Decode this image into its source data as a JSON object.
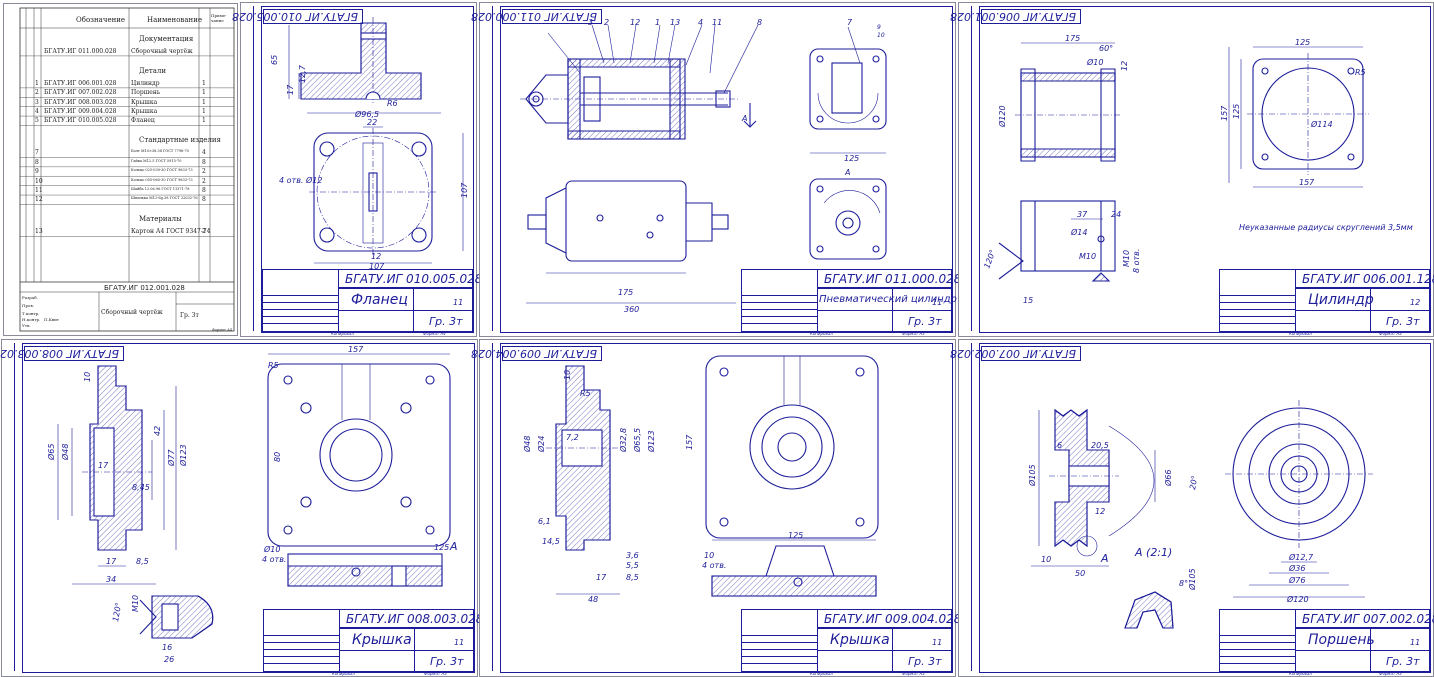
{
  "spec": {
    "col_headers": [
      "Обозначение",
      "Наименование",
      "Приме-\nчание"
    ],
    "sections": [
      {
        "title": "Документация",
        "rows": [
          {
            "pos": "",
            "des": "БГАТУ.ИГ 011.000.028",
            "name": "Сборочный чертёж",
            "qty": ""
          }
        ]
      },
      {
        "title": "Детали",
        "rows": [
          {
            "pos": "1",
            "des": "БГАТУ.ИГ 006.001.028",
            "name": "Цилиндр",
            "qty": "1"
          },
          {
            "pos": "2",
            "des": "БГАТУ.ИГ 007.002.028",
            "name": "Поршень",
            "qty": "1"
          },
          {
            "pos": "3",
            "des": "БГАТУ.ИГ 008.003.028",
            "name": "Крышка",
            "qty": "1"
          },
          {
            "pos": "4",
            "des": "БГАТУ.ИГ 009.004.028",
            "name": "Крышка",
            "qty": "1"
          },
          {
            "pos": "5",
            "des": "БГАТУ.ИГ 010.005.028",
            "name": "Фланец",
            "qty": "1"
          }
        ]
      },
      {
        "title": "Стандартные изделия",
        "rows": [
          {
            "pos": "7",
            "des": "",
            "name": "Болт М10×38.58 ГОСТ 7798-70",
            "qty": "4"
          },
          {
            "pos": "8",
            "des": "",
            "name": "Гайка М12.5 ГОСТ 5915-70",
            "qty": "8"
          },
          {
            "pos": "9",
            "des": "",
            "name": "Кольцо 025-030-30 ГОСТ 9833-73",
            "qty": "2"
          },
          {
            "pos": "10",
            "des": "",
            "name": "Кольцо 055-060-30 ГОСТ 9833-73",
            "qty": "2"
          },
          {
            "pos": "11",
            "des": "",
            "name": "Шайба 12.06.96 ГОСТ 11371-78",
            "qty": "8"
          },
          {
            "pos": "12",
            "des": "",
            "name": "Шпилька М12-6g.38 ГОСТ 22032-76",
            "qty": "8"
          }
        ]
      },
      {
        "title": "Материалы",
        "rows": [
          {
            "pos": "13",
            "des": "",
            "name": "Картон А4 ГОСТ 9347-74",
            "qty": "2"
          }
        ]
      }
    ],
    "title_code": "БГАТУ.ИГ 012.001.028",
    "title_name": "Сборочный чертёж",
    "title_group": "Гр. 3т",
    "signer": "П.Квит",
    "stamp_labels": [
      "Разраб.",
      "Пров.",
      "Т.контр.",
      "Н.контр.",
      "Утв."
    ],
    "format": "Формат А4"
  },
  "sheets": [
    {
      "id": "flange",
      "code": "БГАТУ.ИГ 010.005.028",
      "stamp_code": "БГАТУ.ИГ 010.005.028",
      "name": "Фланец",
      "group": "Гр. 3т",
      "sheets": "11",
      "format": "Формат А4",
      "copy": "Копировал",
      "dims": {
        "d1": "65",
        "d2": "17",
        "d3": "12,7",
        "d4": "Ø96,5",
        "d5": "R6",
        "d6": "22",
        "d7": "4 отв. Ø12",
        "d8": "107",
        "d9": "12",
        "d10": "107"
      }
    },
    {
      "id": "assembly",
      "code": "БГАТУ.ИГ 011.000.028",
      "stamp_code": "БГАТУ.ИГ 011.000.028",
      "name": "Пневматический цилиндр",
      "group": "Гр. 3т",
      "sheets": "11",
      "format": "Формат А3",
      "copy": "Копировал",
      "dims": {
        "p1": "3",
        "p2": "2",
        "p3": "12",
        "p4": "1",
        "p5": "13",
        "p6": "4",
        "p7": "11",
        "p8": "8",
        "p9": "7",
        "p10": "9",
        "p11": "10",
        "a": "А",
        "d1": "125",
        "d2": "175",
        "d3": "360"
      }
    },
    {
      "id": "cylinder",
      "code": "БГАТУ.ИГ 006.001.028",
      "stamp_code": "БГАТУ.ИГ 006.001.128",
      "name": "Цилиндр",
      "group": "Гр. 3т",
      "sheets": "12",
      "format": "Формат А3",
      "copy": "Копировал",
      "note": "Неуказанные радиусы скруглений 3,5мм",
      "dims": {
        "d1": "175",
        "d2": "Ø120",
        "d3": "60°",
        "d4": "Ø10",
        "d5": "12",
        "d6": "125",
        "d7": "157",
        "d8": "125",
        "d9": "Ø114",
        "d10": "R5",
        "d11": "157",
        "d12": "37",
        "d13": "24",
        "d14": "Ø14",
        "d15": "M10",
        "d16": "120°",
        "d17": "15",
        "d18": "M10",
        "d19": "8 отв."
      }
    },
    {
      "id": "cover1",
      "code": "БГАТУ.ИГ 008.003.028",
      "stamp_code": "БГАТУ.ИГ 008.003.028",
      "name": "Крышка",
      "group": "Гр. 3т",
      "sheets": "11",
      "format": "Формат А3",
      "copy": "Копировал",
      "dims": {
        "d1": "157",
        "d2": "10",
        "d3": "Ø65",
        "d4": "Ø48",
        "d5": "17",
        "d6": "42",
        "d7": "Ø77",
        "d8": "Ø123",
        "d9": "8,45",
        "d10": "17",
        "d11": "8,5",
        "d12": "34",
        "d13": "120°",
        "d14": "M10",
        "d15": "16",
        "d16": "26",
        "d17": "80",
        "d18": "Ø10",
        "d19": "4 отв.",
        "d20": "125",
        "d21": "А",
        "d22": "R5"
      }
    },
    {
      "id": "cover2",
      "code": "БГАТУ.ИГ 009.004.028",
      "stamp_code": "БГАТУ.ИГ 009.004.028",
      "name": "Крышка",
      "group": "Гр. 3т",
      "sheets": "11",
      "format": "Формат А3",
      "copy": "Копировал",
      "dims": {
        "d1": "10",
        "d2": "R5",
        "d3": "Ø48",
        "d4": "Ø24",
        "d5": "7,2",
        "d6": "Ø32,8",
        "d7": "Ø65,5",
        "d8": "Ø123",
        "d9": "157",
        "d10": "6,1",
        "d11": "14,5",
        "d12": "17",
        "d13": "3,6",
        "d14": "5,5",
        "d15": "8,5",
        "d16": "48",
        "d17": "10",
        "d18": "4 отв.",
        "d19": "125"
      }
    },
    {
      "id": "piston",
      "code": "БГАТУ.ИГ 007.002.028",
      "stamp_code": "БГАТУ.ИГ 007.002.028",
      "name": "Поршень",
      "group": "Гр. 3т",
      "sheets": "11",
      "format": "Формат А3",
      "copy": "Копировал",
      "dims": {
        "d1": "6",
        "d2": "20,5",
        "d3": "Ø105",
        "d4": "Ø66",
        "d5": "20°",
        "d6": "12",
        "d7": "10",
        "d8": "50",
        "d9": "А",
        "d10": "А (2:1)",
        "d11": "Ø12,7",
        "d12": "Ø36",
        "d13": "Ø76",
        "d14": "Ø120",
        "d15": "Ø105",
        "d16": "8°"
      }
    }
  ]
}
